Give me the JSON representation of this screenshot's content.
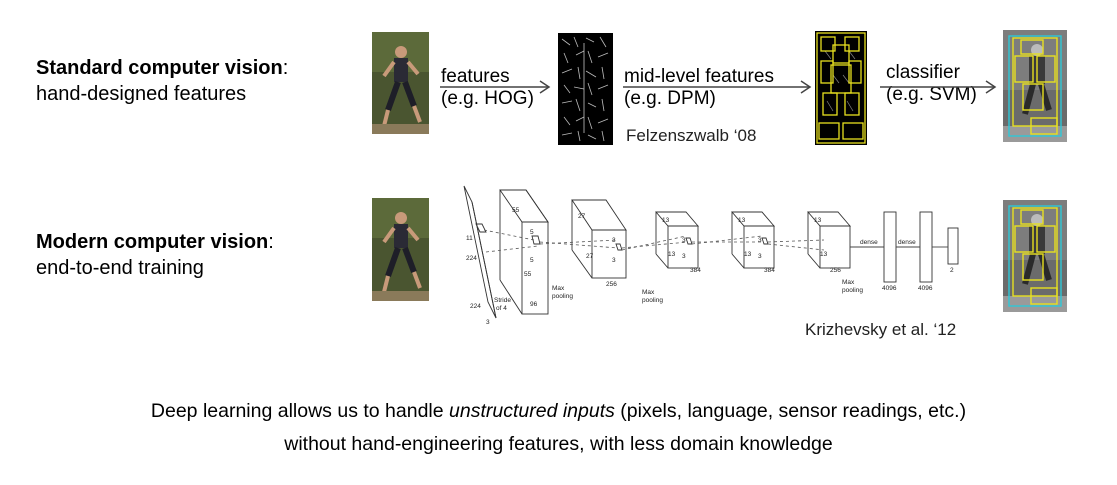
{
  "standard": {
    "title": "Standard computer vision",
    "colon": ":",
    "subtitle": "hand-designed features",
    "step1": {
      "line1": "features",
      "line2": "(e.g. HOG)"
    },
    "step2": {
      "line1": "mid-level features",
      "line2": "(e.g. DPM)"
    },
    "step3": {
      "line1": "classifier",
      "line2": "(e.g. SVM)"
    },
    "citation": "Felzenszwalb ‘08"
  },
  "modern": {
    "title": "Modern computer vision",
    "colon": ":",
    "subtitle": "end-to-end training",
    "citation": "Krizhevsky et al. ‘12",
    "net_labels": {
      "in_224a": "224",
      "in_224b": "224",
      "in_3": "3",
      "in_11": "11",
      "stride": "Stride",
      "stride_of": "of 4",
      "c1_55a": "55",
      "c1_55b": "55",
      "c1_96": "96",
      "c1_5": "5",
      "c1_5b": "5",
      "pool1": "Max",
      "pool1b": "pooling",
      "c2_27a": "27",
      "c2_27b": "27",
      "c2_256": "256",
      "c2_3": "3",
      "c2_3b": "3",
      "pool2": "Max",
      "pool2b": "pooling",
      "c3_13a": "13",
      "c3_13b": "13",
      "c3_384": "384",
      "c3_3": "3",
      "c3_3b": "3",
      "c4_13a": "13",
      "c4_13b": "13",
      "c4_384": "384",
      "c4_3": "3",
      "c4_3b": "3",
      "c5_13a": "13",
      "c5_13b": "13",
      "c5_256": "256",
      "pool3": "Max",
      "pool3b": "pooling",
      "dense1": "dense",
      "dense2": "dense",
      "d1": "4096",
      "d2": "4096",
      "d3": "2"
    }
  },
  "bottom": {
    "line1_pre": "Deep learning allows us to handle ",
    "line1_em": "unstructured inputs",
    "line1_post": " (pixels, language, sensor readings, etc.)",
    "line2": "without hand-engineering features, with less domain knowledge"
  },
  "colors": {
    "box_yellow": "#e8e020",
    "box_cyan": "#2ec9d8",
    "photo_bg": "#3e4a2c",
    "line": "#444444"
  }
}
